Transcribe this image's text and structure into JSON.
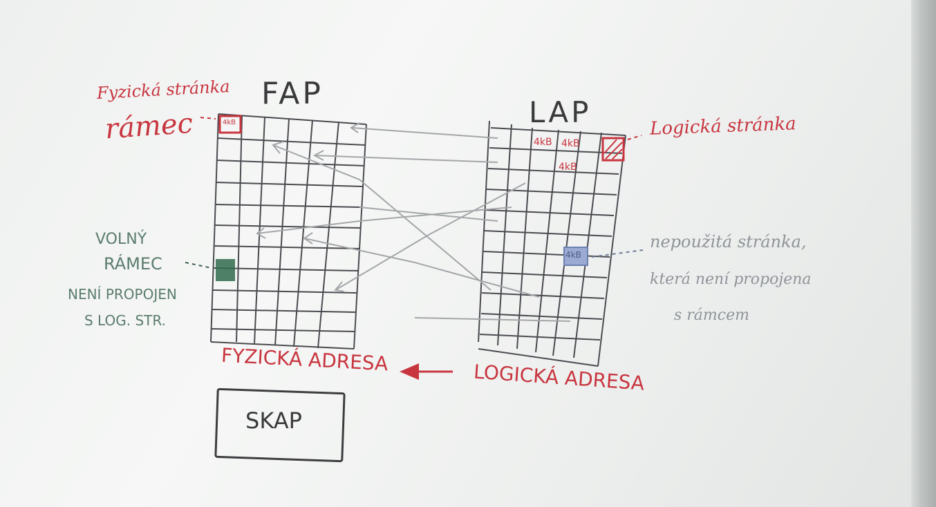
{
  "labels": {
    "fap_title": "FAP",
    "lap_title": "LAP",
    "physical_page": "Fyzická stránka",
    "frame": "rámec",
    "logical_page": "Logická stránka",
    "free_frame_1": "VOLNÝ",
    "free_frame_2": "RÁMEC",
    "free_frame_3": "NENÍ PROPOJEN",
    "free_frame_4": "S LOG. STR.",
    "unused_page_1": "nepoužitá stránka,",
    "unused_page_2": "která není propojena",
    "unused_page_3": "s rámcem",
    "physical_address": "FYZICKÁ ADRESA",
    "logical_address": "LOGICKÁ ADRESA",
    "skap": "SKAP",
    "cell_4kb": "4kB"
  },
  "colors": {
    "red_marker": "#c8353f",
    "black_marker": "#3d3d40",
    "green_marker": "#2f6b4c",
    "blue_marker": "#6d7fb0",
    "grey_marker": "#8f9499"
  }
}
